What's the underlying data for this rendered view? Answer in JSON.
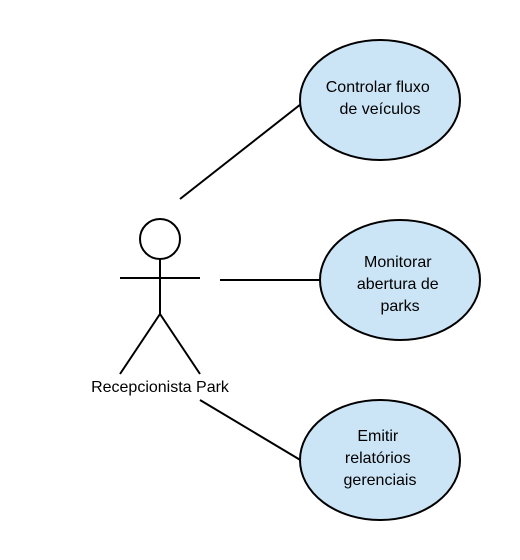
{
  "diagram": {
    "type": "use-case",
    "actor": {
      "label": "Recepcionista Park"
    },
    "use_cases": [
      {
        "lines": [
          "Controlar fluxo",
          "de veículos"
        ]
      },
      {
        "lines": [
          "Monitorar",
          "abertura de",
          "parks"
        ]
      },
      {
        "lines": [
          "Emitir",
          "relatórios",
          "gerenciais"
        ]
      }
    ],
    "colors": {
      "use_case_fill": "#cce5f6",
      "stroke": "#000000",
      "background": "#ffffff"
    }
  }
}
